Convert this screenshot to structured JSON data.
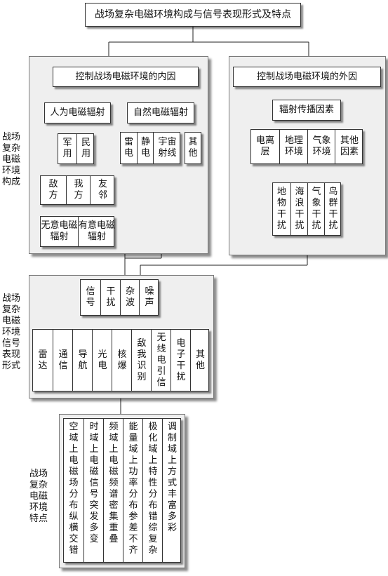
{
  "title": "战场复杂电磁环境构成与信号表现形式及特点",
  "side_labels": {
    "composition": "战场复杂电磁环境构成",
    "signal_forms": "战场复杂电磁环境信号表现形式",
    "features": "战场复杂电磁环境特点"
  },
  "internal": {
    "header": "控制战场电磁环境的内因",
    "human": "人为电磁辐射",
    "natural": "自然电磁辐射",
    "use": [
      "军用",
      "民用"
    ],
    "parties": [
      "敌方",
      "我方",
      "友邻"
    ],
    "intent": [
      "无意电磁辐射",
      "有意电磁辐射"
    ],
    "natural_types": [
      "雷电",
      "静电",
      "宇宙射线",
      "其他"
    ]
  },
  "external": {
    "header": "控制战场电磁环境的外因",
    "propagation": "辐射传播因素",
    "factors": [
      "电离层",
      "地理环境",
      "气象环境",
      "其他因素"
    ],
    "interference": [
      "地物干扰",
      "海浪干扰",
      "气象干扰",
      "鸟群干扰"
    ]
  },
  "signals": {
    "types": [
      "信号",
      "干扰",
      "杂波",
      "噪声"
    ],
    "sources": [
      "雷达",
      "通信",
      "导航",
      "光电",
      "核爆",
      "敌我识别",
      "无线电引信",
      "电子干扰",
      "其他"
    ]
  },
  "features": [
    "空域上电磁场分布纵横交错",
    "时域上电磁信号突发多变",
    "频域上电磁频谱密集重叠",
    "能量域上功率分布参差不齐",
    "极化域上特性分布错综复杂",
    "调制域上方式丰富多彩"
  ]
}
